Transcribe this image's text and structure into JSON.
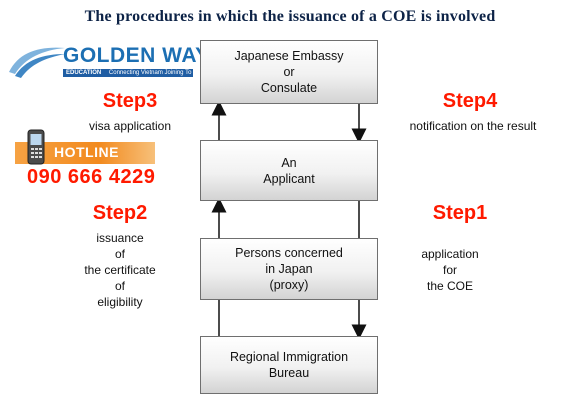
{
  "title": "The procedures in which the issuance of a COE is involved",
  "logo": {
    "name": "GOLDEN WAY",
    "band_left": "EDUCATION",
    "band_right": "Connecting Vietnam Joining To The World"
  },
  "hotline": {
    "label": "HOTLINE",
    "number": "090 666 4229"
  },
  "boxes": {
    "embassy": {
      "line1": "Japanese Embassy",
      "line2": "or",
      "line3": "Consulate"
    },
    "applicant": {
      "line1": "An",
      "line2": "Applicant"
    },
    "proxy": {
      "line1": "Persons concerned",
      "line2": "in Japan",
      "line3": "(proxy)"
    },
    "bureau": {
      "line1": "Regional Immigration",
      "line2": "Bureau"
    }
  },
  "steps": {
    "step1": {
      "title": "Step1",
      "lines": [
        "application",
        "for",
        "the COE"
      ]
    },
    "step2": {
      "title": "Step2",
      "lines": [
        "issuance",
        "of",
        "the certificate",
        "of",
        "eligibility"
      ]
    },
    "step3": {
      "title": "Step3",
      "lines": [
        "visa application"
      ]
    },
    "step4": {
      "title": "Step4",
      "lines": [
        "notification on the result"
      ]
    }
  },
  "colors": {
    "step": "#ff1a00",
    "title": "#0d2347",
    "brand": "#1c6fb3",
    "hotline_bar": "#f28a1e"
  },
  "icons": [
    "logo-swoosh-icon",
    "mobile-phone-icon",
    "arrow-up-icon",
    "arrow-down-icon"
  ]
}
